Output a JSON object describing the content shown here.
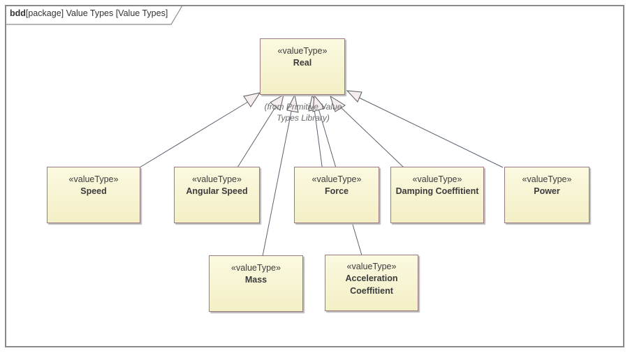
{
  "frame": {
    "kind": "bdd",
    "label": "[package] Value Types [Value Types]"
  },
  "root": {
    "stereotype": "«valueType»",
    "name": "Real",
    "note_line1": "(from Primitive Value",
    "note_line2": "Types Library)"
  },
  "blocks": {
    "speed": {
      "stereotype": "«valueType»",
      "name": "Speed"
    },
    "angular_speed": {
      "stereotype": "«valueType»",
      "name": "Angular Speed"
    },
    "force": {
      "stereotype": "«valueType»",
      "name": "Force"
    },
    "damping": {
      "stereotype": "«valueType»",
      "name": "Damping Coeffitient"
    },
    "power": {
      "stereotype": "«valueType»",
      "name": "Power"
    },
    "mass": {
      "stereotype": "«valueType»",
      "name": "Mass"
    },
    "acceleration": {
      "stereotype": "«valueType»",
      "name_line1": "Acceleration",
      "name_line2": "Coeffitient"
    }
  },
  "relationship": "generalization"
}
